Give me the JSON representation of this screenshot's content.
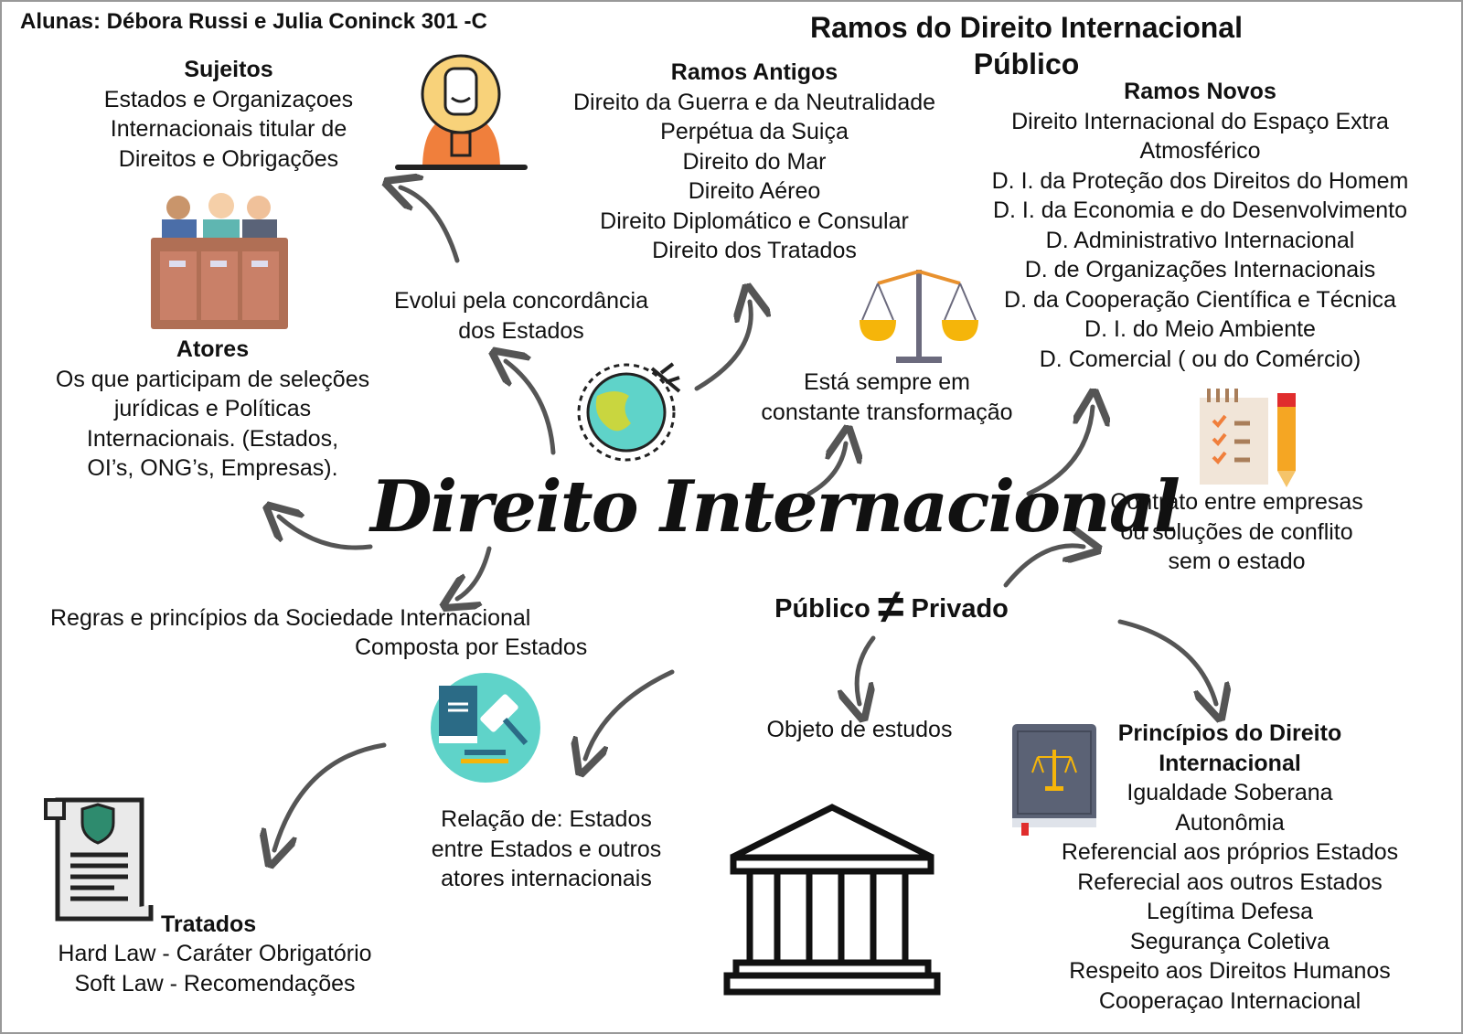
{
  "authors": "Alunas: Débora Russi e Julia Coninck 301 -C",
  "main_title": [
    "Ramos do Direito Internacional",
    "Público"
  ],
  "center_title": "Direito Internacional",
  "sujeitos": {
    "title": "Sujeitos",
    "lines": [
      "Estados e Organizaçoes",
      "Internacionais titular de",
      "Direitos e Obrigações"
    ]
  },
  "atores": {
    "title": "Atores",
    "lines": [
      "Os que participam de seleções",
      "jurídicas e Políticas",
      "Internacionais. (Estados,",
      "OI’s, ONG’s, Empresas)."
    ]
  },
  "ramos_antigos": {
    "title": "Ramos Antigos",
    "lines": [
      "Direito da Guerra e da Neutralidade",
      "Perpétua da Suiça",
      "Direito do Mar",
      "Direito Aéreo",
      "Direito Diplomático e Consular",
      "Direito dos Tratados"
    ]
  },
  "ramos_novos": {
    "title": "Ramos Novos",
    "lines": [
      "Direito Internacional do Espaço Extra",
      "Atmosférico",
      "D. I. da Proteção dos Direitos do Homem",
      "D. I. da Economia e do Desenvolvimento",
      "D. Administrativo Internacional",
      "D. de Organizações Internacionais",
      "D. da Cooperação Científica e Técnica",
      "D. I. do Meio Ambiente",
      "D. Comercial ( ou do Comércio)"
    ]
  },
  "evolui": [
    "Evolui pela concordância",
    "dos Estados"
  ],
  "transformacao": [
    "Está sempre em",
    "constante transformação"
  ],
  "contrato": [
    "Contrato entre empresas",
    "ou soluções de conflito",
    "sem o estado"
  ],
  "publico_privado": {
    "left": "Público",
    "symbol": "≠",
    "right": "Privado"
  },
  "regras": [
    "Regras e princípios da Sociedade Internacional",
    "Composta por Estados"
  ],
  "objeto": "Objeto de estudos",
  "relacao": [
    "Relação de: Estados",
    "entre Estados e outros",
    "atores internacionais"
  ],
  "tratados": {
    "title": "Tratados",
    "lines": [
      "Hard Law - Caráter Obrigatório",
      "Soft Law - Recomendações"
    ]
  },
  "principios": {
    "title": [
      "Princípios do Direito",
      "Internacional"
    ],
    "lines": [
      "Igualdade Soberana",
      "Autonômia",
      "Referencial aos próprios Estados",
      "Referecial aos outros Estados",
      "Legítima Defesa",
      "Segurança Coletiva",
      "Respeito aos Direitos Humanos",
      "Cooperaçao Internacional"
    ]
  },
  "colors": {
    "arrow": "#555555",
    "orange": "#f07f3c",
    "teal": "#5fd3c9",
    "gold": "#f5b50a"
  }
}
